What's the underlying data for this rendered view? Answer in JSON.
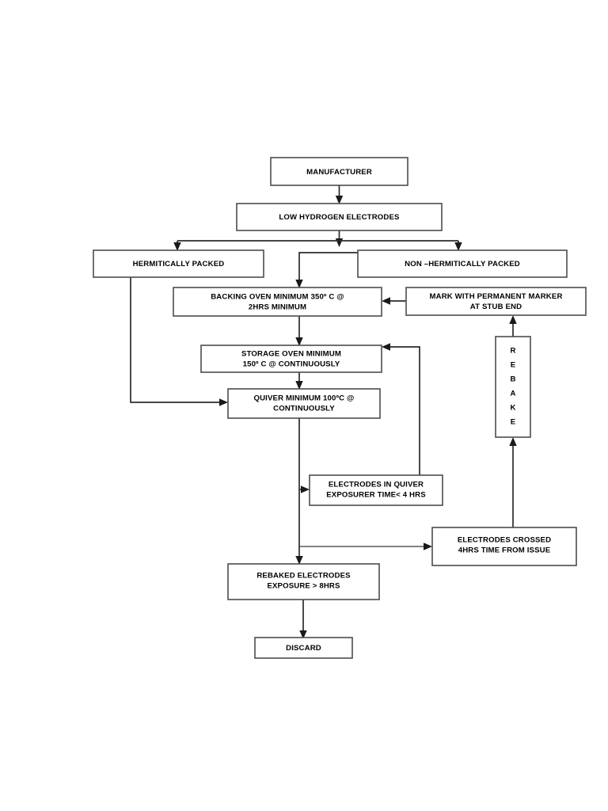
{
  "diagram": {
    "title": "Low Hydrogen Electrode Handling Flowchart",
    "background_color": "#ffffff",
    "box_stroke_color": "#4d4d4d",
    "connector_color": "#2b2b2b",
    "text_color": "#000000",
    "nodes": {
      "manufacturer": {
        "lines": [
          "MANUFACTURER"
        ],
        "line1": "MANUFACTURER"
      },
      "low_hydrogen_electrodes": {
        "lines": [
          "LOW HYDROGEN ELECTRODES"
        ],
        "line1": "LOW HYDROGEN ELECTRODES"
      },
      "hermitically_packed": {
        "lines": [
          "HERMITICALLY PACKED"
        ],
        "line1": "HERMITICALLY PACKED"
      },
      "non_hermitically_packed": {
        "lines": [
          "NON –HERMITICALLY PACKED"
        ],
        "line1": "NON –HERMITICALLY PACKED"
      },
      "backing_oven": {
        "lines": [
          "BACKING OVEN MINIMUM 350º C @",
          "2HRS MINIMUM"
        ],
        "line1": "BACKING OVEN MINIMUM 350º C @",
        "line2": "2HRS MINIMUM"
      },
      "mark_with_marker": {
        "lines": [
          "MARK WITH PERMANENT MARKER",
          "AT STUB END"
        ],
        "line1": "MARK WITH PERMANENT MARKER",
        "line2": "AT STUB END"
      },
      "storage_oven": {
        "lines": [
          "STORAGE OVEN MINIMUM",
          "150º C @ CONTINUOUSLY"
        ],
        "line1": "STORAGE OVEN MINIMUM",
        "line2": "150º C @ CONTINUOUSLY"
      },
      "quiver": {
        "lines": [
          "QUIVER MINIMUM 100ºC @",
          "CONTINUOUSLY"
        ],
        "line1": "QUIVER MINIMUM 100ºC @",
        "line2": "CONTINUOUSLY"
      },
      "rebake": {
        "label": "REBAKE",
        "letters": [
          "R",
          "E",
          "B",
          "A",
          "K",
          "E"
        ]
      },
      "electrodes_in_quiver": {
        "lines": [
          "ELECTRODES IN QUIVER",
          "EXPOSURER TIME< 4 HRS"
        ],
        "line1": "ELECTRODES IN QUIVER",
        "line2": "EXPOSURER TIME< 4 HRS"
      },
      "electrodes_crossed": {
        "lines": [
          "ELECTRODES CROSSED",
          "4HRS TIME FROM ISSUE"
        ],
        "line1": "ELECTRODES CROSSED",
        "line2": "4HRS TIME FROM ISSUE"
      },
      "rebaked_electrodes": {
        "lines": [
          "REBAKED ELECTRODES",
          "EXPOSURE > 8HRS"
        ],
        "line1": "REBAKED ELECTRODES",
        "line2": "EXPOSURE > 8HRS"
      },
      "discard": {
        "lines": [
          "DISCARD"
        ],
        "line1": "DISCARD"
      }
    }
  }
}
